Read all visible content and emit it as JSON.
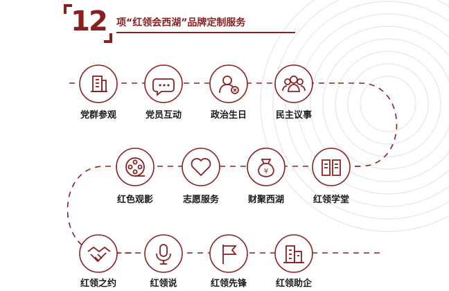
{
  "header": {
    "number": "12",
    "title": "项“红领会西湖”品牌定制服务"
  },
  "colors": {
    "accent": "#8b1e1e",
    "ring": "#e6e6e6",
    "text": "#1a1a1a"
  },
  "services": [
    {
      "label": "党群参观",
      "icon": "building-icon"
    },
    {
      "label": "党员互动",
      "icon": "chat-bubble-icon"
    },
    {
      "label": "政治生日",
      "icon": "person-badge-icon"
    },
    {
      "label": "民主议事",
      "icon": "group-icon"
    },
    {
      "label": "红色观影",
      "icon": "film-reel-icon"
    },
    {
      "label": "志愿服务",
      "icon": "heart-icon"
    },
    {
      "label": "财聚西湖",
      "icon": "money-bag-icon"
    },
    {
      "label": "红领学堂",
      "icon": "book-icon"
    },
    {
      "label": "红领之约",
      "icon": "handshake-icon"
    },
    {
      "label": "红领说",
      "icon": "microphone-icon"
    },
    {
      "label": "红领先锋",
      "icon": "flag-icon"
    },
    {
      "label": "红领助企",
      "icon": "office-building-icon"
    }
  ]
}
